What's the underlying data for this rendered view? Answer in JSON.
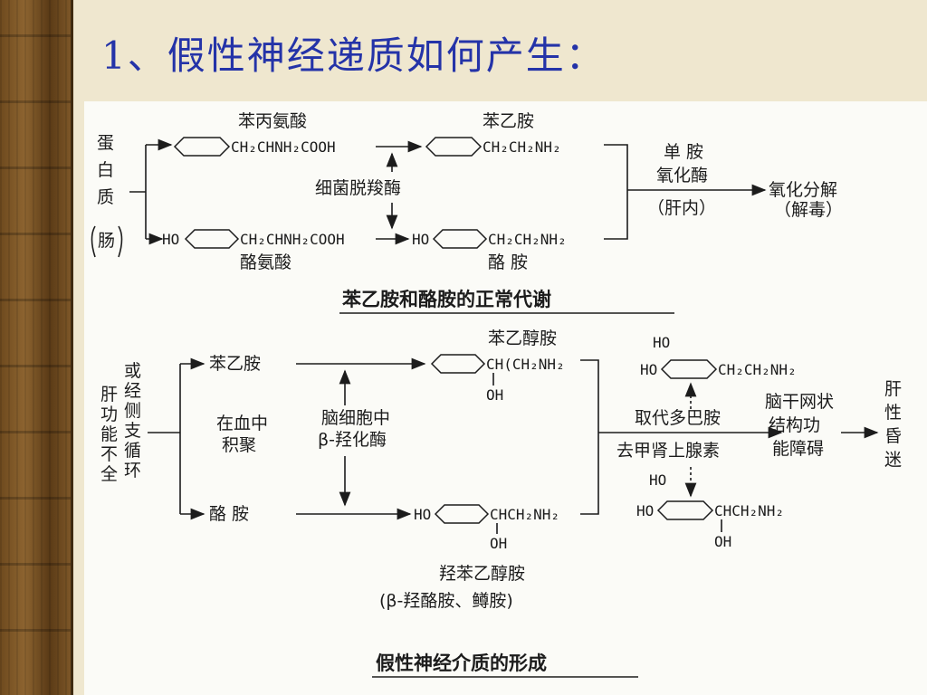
{
  "slide": {
    "title": "1、假性神经递质如何产生："
  },
  "top": {
    "protein": [
      "蛋",
      "白",
      "质"
    ],
    "gut": "肠",
    "phe_name": "苯丙氨酸",
    "phe_formula": "CH₂CHNH₂COOH",
    "pea_name": "苯乙胺",
    "pea_formula": "CH₂CH₂NH₂",
    "enzyme": "细菌脱羧酶",
    "ho": "HO",
    "tyr_formula": "CH₂CHNH₂COOH",
    "tyr_name": "酪氨酸",
    "tyramine_formula": "CH₂CH₂NH₂",
    "tyramine_name": "酪 胺",
    "mao_line1": "单 胺",
    "mao_line2": "氧化酶",
    "mao_place": "（肝内）",
    "oxid": "氧化分解",
    "detox": "（解毒）",
    "caption": "苯乙胺和酪胺的正常代谢"
  },
  "bottom": {
    "liver_col1": [
      "肝",
      "功",
      "能",
      "不",
      "全"
    ],
    "liver_col2": [
      "或",
      "经",
      "侧",
      "支",
      "循",
      "环"
    ],
    "pea": "苯乙胺",
    "blood_line1": "在血中",
    "blood_line2": "积聚",
    "brain_line1": "脑细胞中",
    "brain_line2": "β-羟化酶",
    "tyramine": "酪  胺",
    "phenylethanolamine": "苯乙醇胺",
    "pe_formula": "CH(CH₂NH₂",
    "oh": "OH",
    "ho": "HO",
    "oct_formula": "CHCH₂NH₂",
    "oct_name": "羟苯乙醇胺",
    "oct_alias": "(β-羟酪胺、鳟胺)",
    "dopamine_formula": "CH₂CH₂NH₂",
    "ne_formula": "CHCH₂NH₂",
    "replace_label": "取代多巴胺",
    "replace_label2": "去甲肾上腺素",
    "rf_line1": "脑干网状",
    "rf_line2": "结构功",
    "rf_line3": "能障碍",
    "coma": [
      "肝",
      "性",
      "昏",
      "迷"
    ],
    "caption": "假性神经介质的形成"
  },
  "colors": {
    "title": "#2433a8",
    "background": "#efe7cf",
    "panel": "#fbfbf7",
    "ink": "#1c1c1c"
  }
}
